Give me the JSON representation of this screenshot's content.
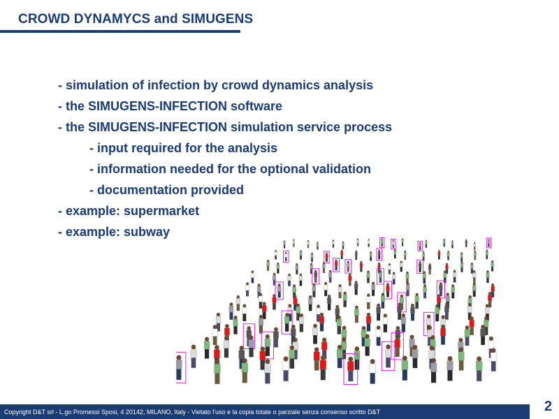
{
  "slide": {
    "title": "CROWD DYNAMYCS and SIMUGENS",
    "bullets": [
      "- simulation of infection by crowd dynamics analysis",
      "- the SIMUGENS-INFECTION software",
      "- the SIMUGENS-INFECTION simulation service process",
      "- input required for the analysis",
      "- information needed for the optional validation",
      "- documentation provided",
      "- example: supermarket",
      "- example: subway"
    ],
    "footer": "Copyright  D&T srl - L.go Promessi Sposi, 4 20142, MILANO, Italy -  Vietato l'uso e la copia totale o parziale senza consenso scritto D&T",
    "page_number": "2"
  },
  "colors": {
    "brand_blue": "#1a3b73",
    "tracking_box": "#e020e0",
    "infected_shirt": "#e01818",
    "healthy_shirt": "#7db87a"
  }
}
